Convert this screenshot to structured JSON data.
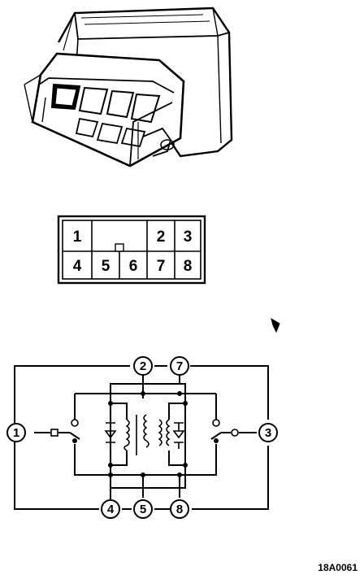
{
  "connector_face": {
    "top_row": [
      "1",
      "2",
      "3"
    ],
    "bottom_row": [
      "4",
      "5",
      "6",
      "7",
      "8"
    ]
  },
  "schematic": {
    "terminals": [
      "1",
      "2",
      "3",
      "4",
      "5",
      "7",
      "8"
    ]
  },
  "figure_code": "18A0061"
}
